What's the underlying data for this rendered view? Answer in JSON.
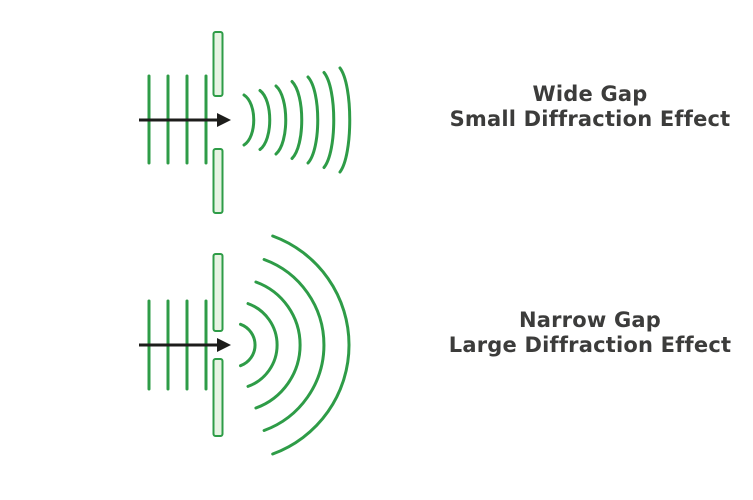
{
  "colors": {
    "wave_green": "#2e9c47",
    "barrier_fill": "#e7f4e3",
    "arrow_black": "#1d1d1b",
    "text": "#3c3c3b",
    "background": "#ffffff"
  },
  "diagrams": [
    {
      "id": "wide-gap",
      "label_line1": "Wide Gap",
      "label_line2": "Small Diffraction Effect"
    },
    {
      "id": "narrow-gap",
      "label_line1": "Narrow Gap",
      "label_line2": "Large Diffraction Effect"
    }
  ]
}
